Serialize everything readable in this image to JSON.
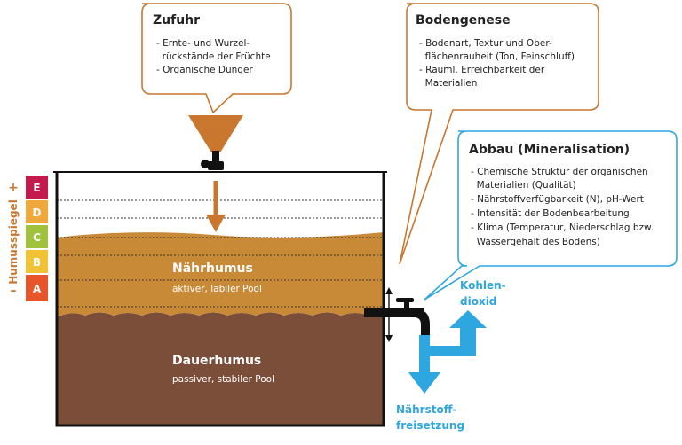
{
  "colors": {
    "orange": "#c9772e",
    "orange_dark": "#b35a1f",
    "tan": "#c98a37",
    "brown": "#7b4e3a",
    "blue": "#2ea6df",
    "scale_e": "#c4194c",
    "scale_d": "#f1a83a",
    "scale_c": "#a1c23d",
    "scale_b": "#f1c233",
    "scale_a": "#e8552a"
  },
  "zufuhr": {
    "title": "Zufuhr",
    "items": [
      "- Ernte- und Wurzel-",
      "  rückstände der Früchte",
      "- Organische Dünger"
    ]
  },
  "bodengenese": {
    "title": "Bodengenese",
    "items": [
      "- Bodenart, Textur und Ober-",
      "  flächenrauheit (Ton, Feinschluff)",
      "- Räuml. Erreichbarkeit der",
      "  Materialien"
    ]
  },
  "abbau": {
    "title": "Abbau (Mineralisation)",
    "items": [
      "- Chemische Struktur der organischen",
      "  Materialien (Qualität)",
      "- Nährstoffverfügbarkeit (N), pH-Wert",
      "- Intensität der Bodenbearbeitung",
      "- Klima (Temperatur, Niederschlag bzw.",
      "  Wassergehalt des Bodens)"
    ]
  },
  "naehrhumus": {
    "title": "Nährhumus",
    "subtitle": "aktiver, labiler Pool"
  },
  "dauerhumus": {
    "title": "Dauerhumus",
    "subtitle": "passiver, stabiler Pool"
  },
  "kohlendioxid": {
    "line1": "Kohlen-",
    "line2": "dioxid"
  },
  "naehrstoff": {
    "line1": "Nährstoff-",
    "line2": "freisetzung"
  },
  "scale": {
    "label": "Humusspiegel",
    "plus": "+",
    "minus": "–",
    "levels": [
      "E",
      "D",
      "C",
      "B",
      "A"
    ]
  }
}
